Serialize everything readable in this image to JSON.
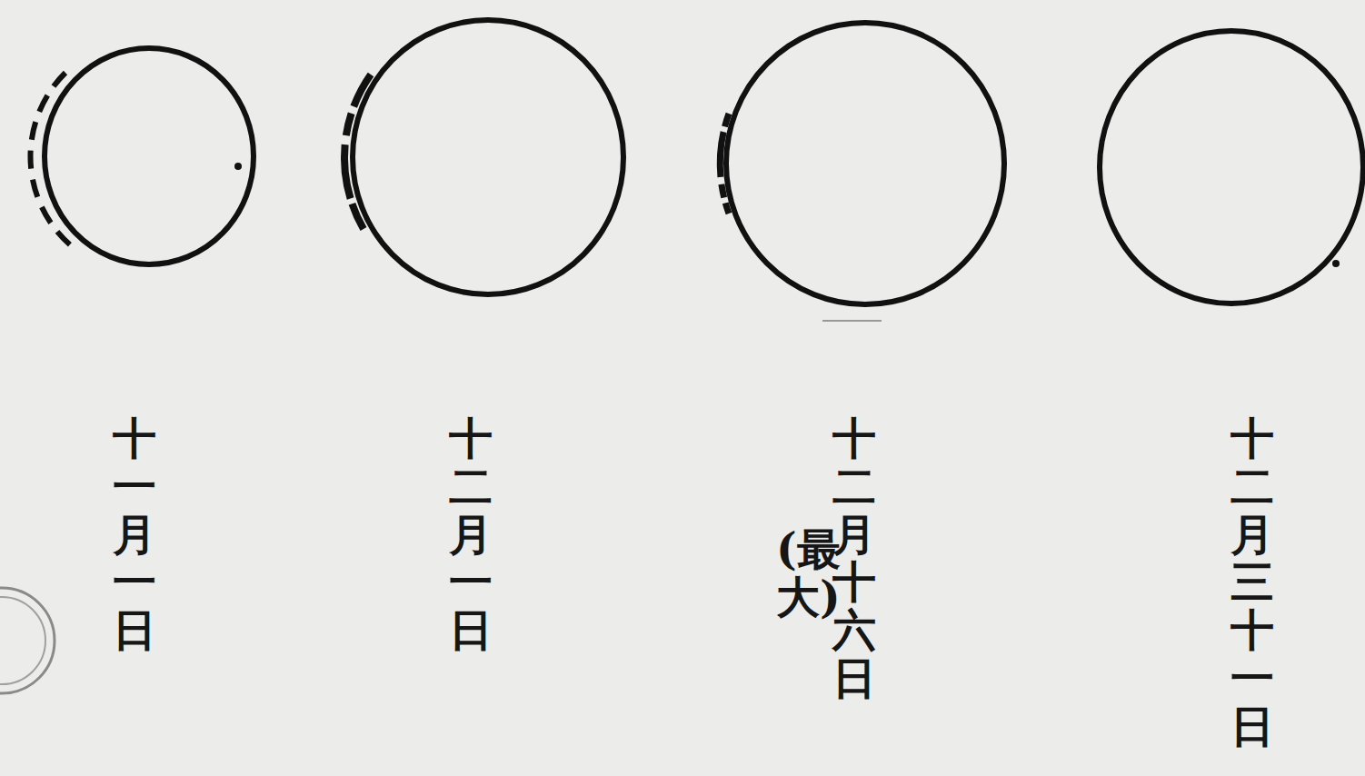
{
  "diagram": {
    "nodes": [
      {
        "text": [
          "十一月一日"
        ]
      },
      {
        "text": [
          "十二月一日"
        ]
      },
      {
        "text": [
          "十二月十六日",
          "(最大)"
        ]
      },
      {
        "text": [
          "十二月三十一日"
        ]
      }
    ]
  }
}
